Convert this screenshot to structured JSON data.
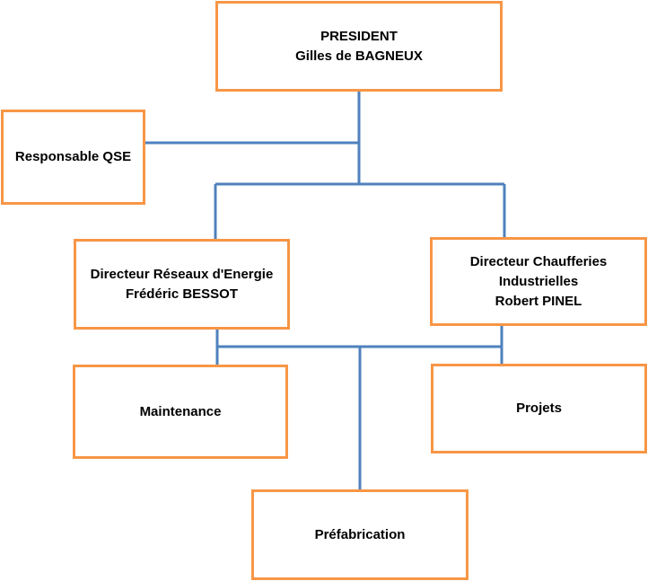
{
  "chart": {
    "president": {
      "lines": [
        "PRESIDENT",
        "Gilles de BAGNEUX"
      ]
    },
    "qse": {
      "lines": [
        "Responsable QSE"
      ]
    },
    "reseaux": {
      "lines": [
        "Directeur Réseaux d'Energie",
        "Frédéric BESSOT"
      ]
    },
    "chaufferies": {
      "lines": [
        "Directeur Chaufferies",
        "Industrielles",
        "Robert PINEL"
      ]
    },
    "maintenance": {
      "lines": [
        "Maintenance"
      ]
    },
    "projets": {
      "lines": [
        "Projets"
      ]
    },
    "prefabrication": {
      "lines": [
        "Préfabrication"
      ]
    }
  },
  "colors": {
    "box_border": "#f79646",
    "connector": "#4f81bd",
    "text": "#000000",
    "background": "#ffffff"
  }
}
